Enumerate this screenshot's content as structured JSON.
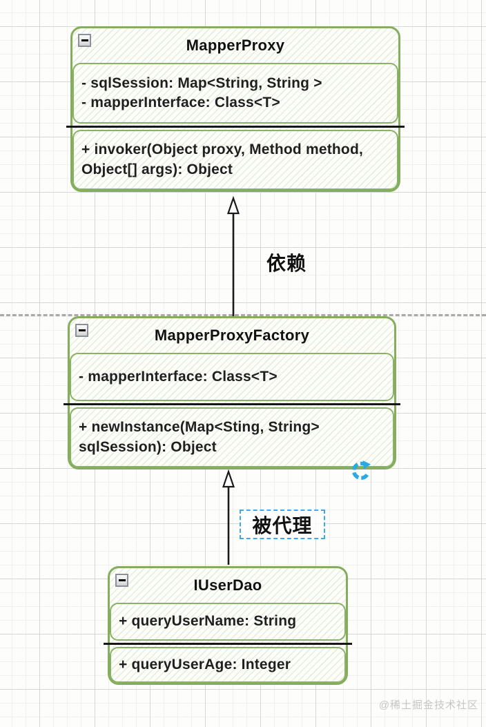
{
  "watermark": "@稀土掘金技术社区",
  "diagram": {
    "classes": [
      {
        "title": "MapperProxy",
        "attributes": [
          "- sqlSession: Map<String, String >",
          "- mapperInterface: Class<T>"
        ],
        "methods": [
          "+ invoker(Object proxy, Method method, Object[] args): Object"
        ]
      },
      {
        "title": "MapperProxyFactory",
        "attributes": [
          "- mapperInterface: Class<T>"
        ],
        "methods": [
          "+ newInstance(Map<Sting, String> sqlSession): Object"
        ]
      },
      {
        "title": "IUserDao",
        "attributes": [
          "+ queryUserName: String"
        ],
        "methods": [
          "+ queryUserAge: Integer"
        ]
      }
    ],
    "edges": [
      {
        "label": "依赖",
        "selected": false
      },
      {
        "label": "被代理",
        "selected": true
      }
    ],
    "colors": {
      "class_border_green": "#84ae5d",
      "selection_blue": "#3ea7f2",
      "rotate_handle_blue": "#29aae3",
      "divider_black": "#161616",
      "dashed_guide_gray": "#a9a9a9"
    }
  }
}
